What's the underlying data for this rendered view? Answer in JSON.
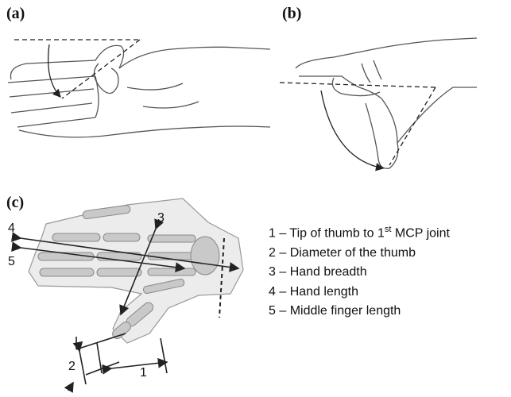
{
  "panels": {
    "a": "(a)",
    "b": "(b)",
    "c": "(c)"
  },
  "measure_numbers": [
    "1",
    "2",
    "3",
    "4",
    "5"
  ],
  "legend": [
    {
      "pre": "1 – Tip of thumb to 1",
      "sup": "st",
      "post": " MCP joint"
    },
    {
      "pre": "2 – Diameter of the thumb",
      "sup": "",
      "post": ""
    },
    {
      "pre": "3 – Hand breadth",
      "sup": "",
      "post": ""
    },
    {
      "pre": "4 – Hand length",
      "sup": "",
      "post": ""
    },
    {
      "pre": "5 – Middle finger length",
      "sup": "",
      "post": ""
    }
  ],
  "colors": {
    "line": "#222222",
    "sketch": "#555555",
    "bone_fill": "#c9c9c9",
    "hand_fill": "#ececec"
  }
}
